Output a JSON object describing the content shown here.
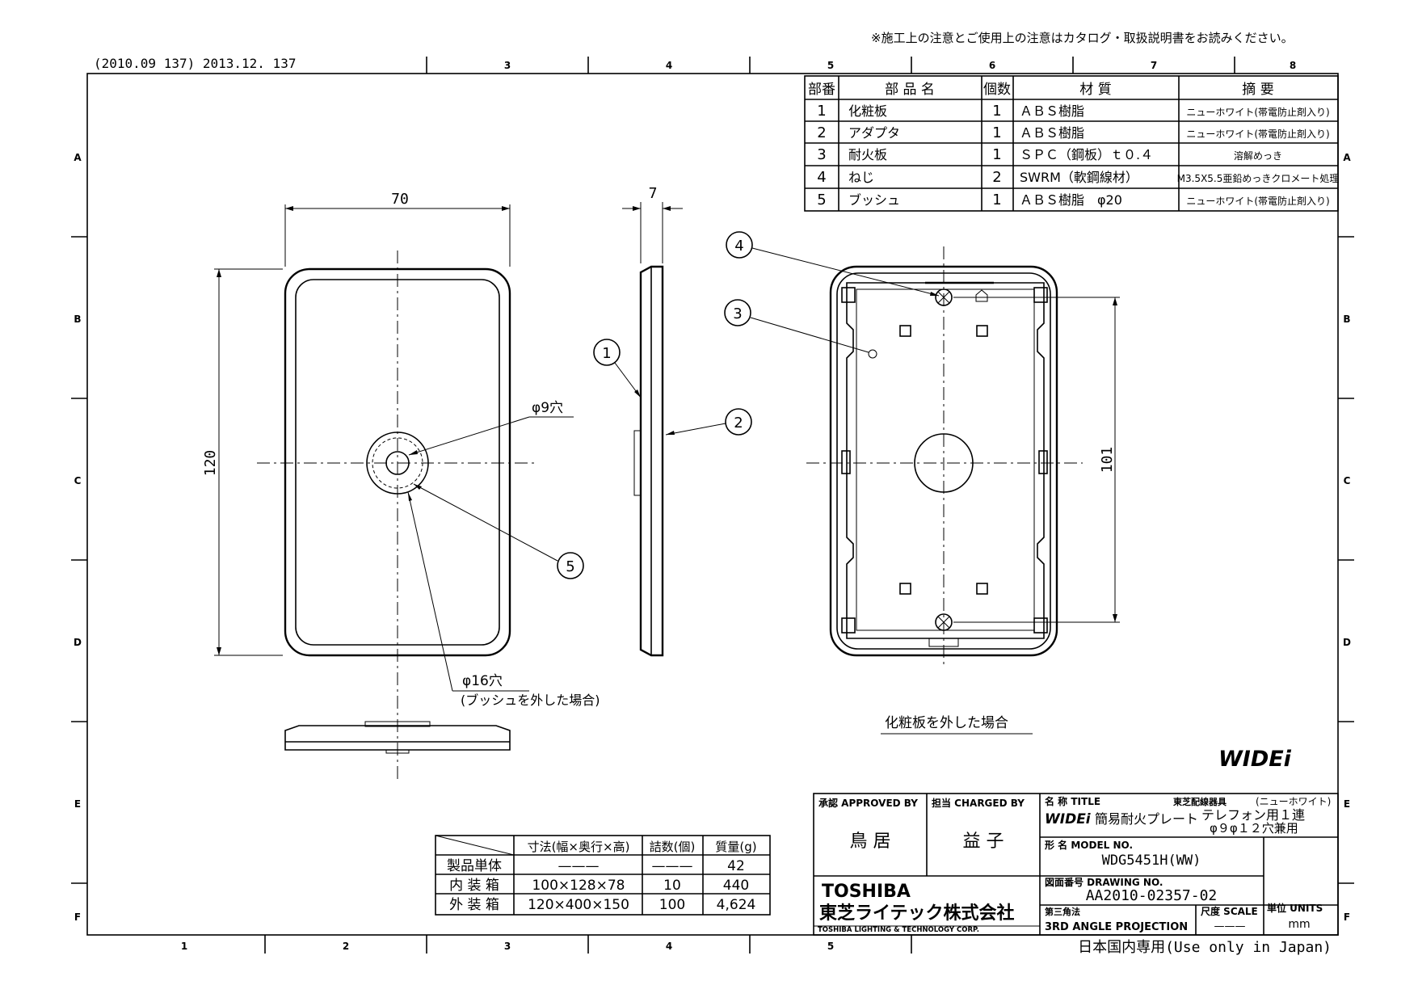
{
  "header": {
    "note": "※施工上の注意とご使用上の注意はカタログ・取扱説明書をお読みください。",
    "revision": "(2010.09 137) 2013.12. 137"
  },
  "grid": {
    "columns": [
      "1",
      "2",
      "3",
      "4",
      "5",
      "6",
      "7",
      "8"
    ],
    "rows": [
      "A",
      "B",
      "C",
      "D",
      "E",
      "F"
    ]
  },
  "parts_table": {
    "headers": [
      "部番",
      "部 品 名",
      "個数",
      "材 質",
      "摘 要"
    ],
    "rows": [
      [
        "1",
        "化粧板",
        "1",
        "ＡＢＳ樹脂",
        "ニューホワイト(帯電防止剤入り)"
      ],
      [
        "2",
        "アダプタ",
        "1",
        "ＡＢＳ樹脂",
        "ニューホワイト(帯電防止剤入り)"
      ],
      [
        "3",
        "耐火板",
        "1",
        "ＳＰＣ（鋼板）ｔ０.４",
        "溶解めっき"
      ],
      [
        "4",
        "ねじ",
        "2",
        "SWRM（軟鋼線材）",
        "M3.5X5.5亜鉛めっきクロメート処理"
      ],
      [
        "5",
        "ブッシュ",
        "1",
        "ＡＢＳ樹脂　φ20",
        "ニューホワイト(帯電防止剤入り)"
      ]
    ]
  },
  "drawing": {
    "dims": {
      "width": "70",
      "height": "120",
      "depth": "7",
      "inner": "101"
    },
    "hole_small": "φ9穴",
    "hole_large": "φ16穴",
    "hole_large_note": "(ブッシュを外した場合)",
    "rear_caption": "化粧板を外した場合",
    "balloons": [
      "1",
      "2",
      "3",
      "4",
      "5"
    ],
    "brand_logo": "WIDEi"
  },
  "packing_table": {
    "headers": [
      "寸法(幅×奥行×高)",
      "詰数(個)",
      "質量(g)"
    ],
    "rows": [
      [
        "製品単体",
        "———",
        "———",
        "42"
      ],
      [
        "内 装 箱",
        "100×128×78",
        "10",
        "440"
      ],
      [
        "外 装 箱",
        "120×400×150",
        "100",
        "4,624"
      ]
    ]
  },
  "title_block": {
    "approved_label": "承認 APPROVED BY",
    "approved_name": "鳥 居",
    "charged_label": "担当 CHARGED BY",
    "charged_name": "益 子",
    "title_label": "名 称 TITLE",
    "title_maker": "東芝配線器具",
    "title_color": "(ニューホワイト)",
    "title_logo": "WIDEi",
    "title_line1a": "簡易耐火プレート",
    "title_line1b": "テレフォン用１連",
    "title_line2": "φ９φ１２穴兼用",
    "model_label": "形 名 MODEL NO.",
    "model_value": "WDG5451H(WW)",
    "drawing_label": "図面番号 DRAWING NO.",
    "drawing_value": "AA2010-02357-02",
    "company_en_logo": "TOSHIBA",
    "company_jp": "東芝ライテック株式会社",
    "company_en": "TOSHIBA LIGHTING & TECHNOLOGY CORP.",
    "projection_label": "第三角法",
    "projection_value": "3RD ANGLE PROJECTION",
    "scale_label": "尺度 SCALE",
    "scale_value": "———",
    "units_label": "単位 UNITS",
    "units_value": "mm"
  },
  "footer": {
    "domestic": "日本国内専用(Use only in Japan)"
  }
}
